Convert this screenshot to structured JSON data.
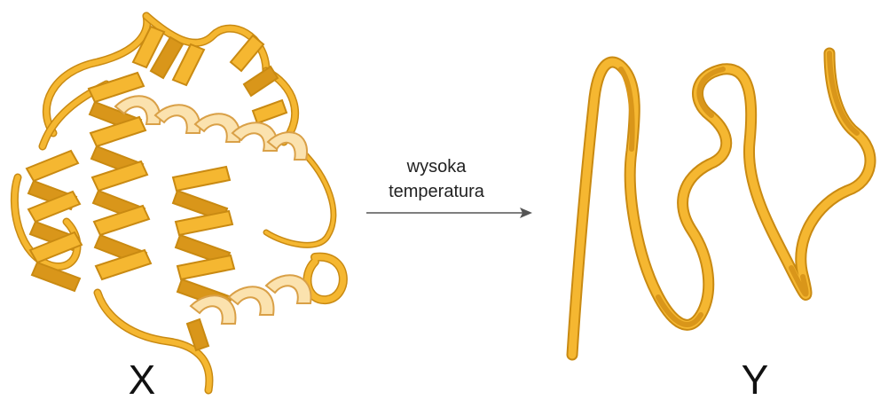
{
  "labels": {
    "folded": "X",
    "unfolded": "Y"
  },
  "arrow": {
    "line1": "wysoka",
    "line2": "temperatura"
  },
  "colors": {
    "ribbon_main": "#f5b731",
    "ribbon_edge": "#c98a12",
    "ribbon_dark": "#d9961a",
    "ribbon_light": "#fbe2ae",
    "arrow": "#555555",
    "text": "#111111"
  }
}
